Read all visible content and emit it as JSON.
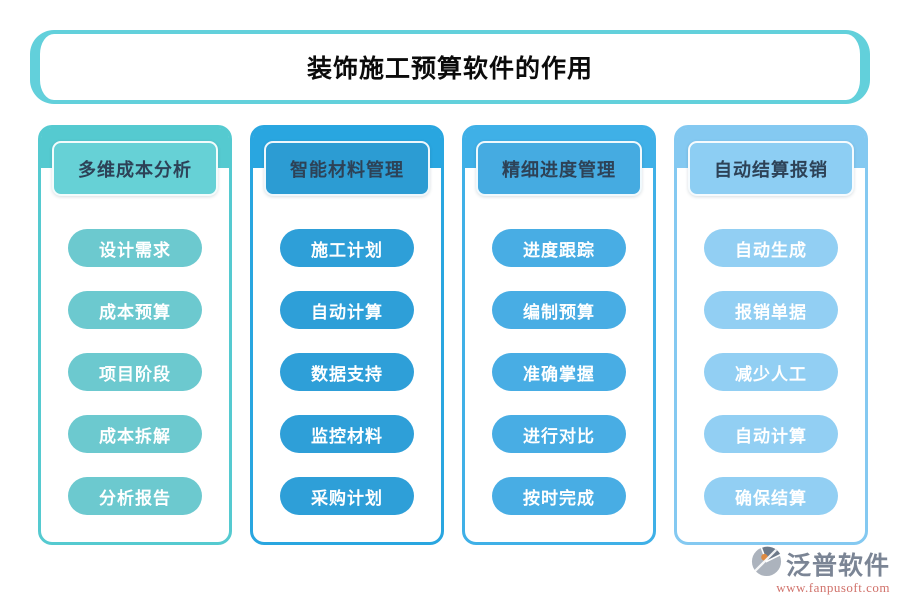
{
  "title": "装饰施工预算软件的作用",
  "columns": [
    {
      "title": "多维成本分析",
      "items": [
        "设计需求",
        "成本预算",
        "项目阶段",
        "成本拆解",
        "分析报告"
      ],
      "accent_color": "#55CAD0"
    },
    {
      "title": "智能材料管理",
      "items": [
        "施工计划",
        "自动计算",
        "数据支持",
        "监控材料",
        "采购计划"
      ],
      "accent_color": "#29A6E0"
    },
    {
      "title": "精细进度管理",
      "items": [
        "进度跟踪",
        "编制预算",
        "准确掌握",
        "进行对比",
        "按时完成"
      ],
      "accent_color": "#3FB0E7"
    },
    {
      "title": "自动结算报销",
      "items": [
        "自动生成",
        "报销单据",
        "减少人工",
        "自动计算",
        "确保结算"
      ],
      "accent_color": "#84C9F1"
    }
  ],
  "footer": {
    "brand": "泛普软件",
    "url": "www.fanpusoft.com",
    "brand_color": "#7B8595",
    "url_color": "#D1726B"
  },
  "icons": {
    "fanpu_logo": "fanpu-logo-icon"
  },
  "title_border_color": "#62D0DB"
}
